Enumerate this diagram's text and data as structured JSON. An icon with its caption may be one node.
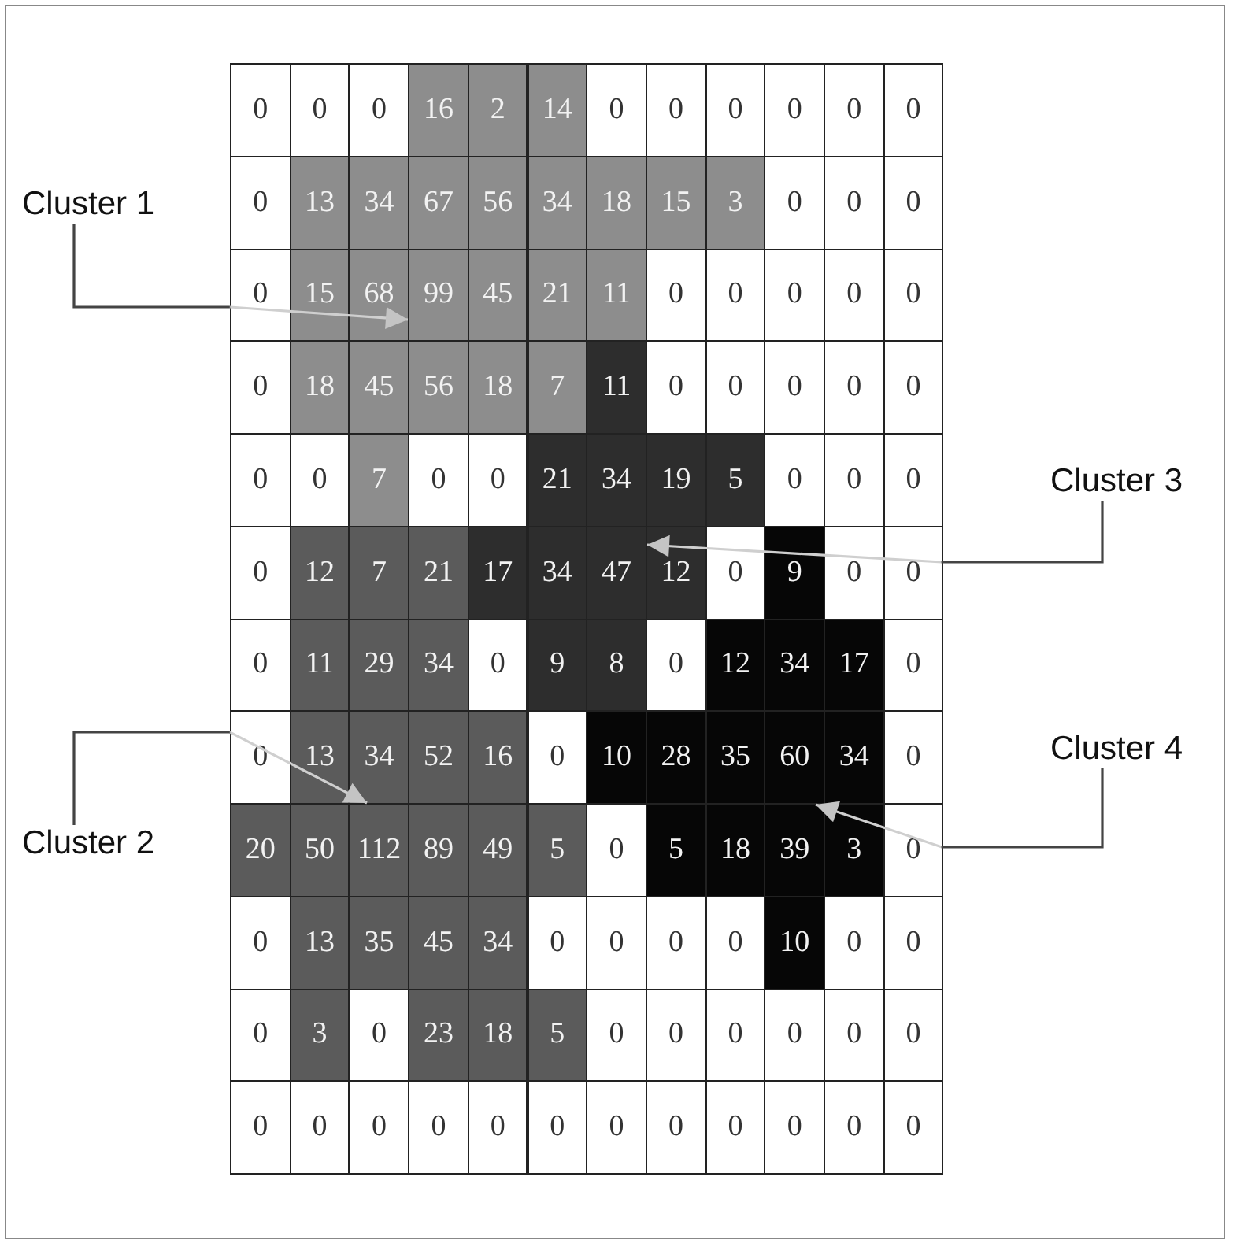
{
  "diagram": {
    "nodes": [
      {
        "text": [
          "Cluster 1"
        ]
      },
      {
        "text": [
          "Cluster 2"
        ]
      },
      {
        "text": [
          "Cluster 3"
        ]
      },
      {
        "text": [
          "Cluster 4"
        ]
      },
      {
        "text": [
          "99"
        ]
      },
      {
        "text": [
          "112"
        ]
      },
      {
        "text": [
          "47"
        ]
      },
      {
        "text": [
          "60"
        ]
      }
    ],
    "edges": [
      {
        "from": 0,
        "to": 4,
        "arrow": "to"
      },
      {
        "from": 1,
        "to": 5,
        "arrow": "to"
      },
      {
        "from": 2,
        "to": 6,
        "arrow": "to"
      },
      {
        "from": 3,
        "to": 7,
        "arrow": "to"
      }
    ],
    "labels": [
      "0",
      "0",
      "0",
      "16",
      "2",
      "14",
      "0",
      "0",
      "0",
      "0",
      "0",
      "0",
      "0",
      "13",
      "34",
      "67",
      "56",
      "34",
      "18",
      "15",
      "3",
      "0",
      "0",
      "0",
      "0",
      "15",
      "68",
      "45",
      "21",
      "11",
      "0",
      "0",
      "0",
      "0",
      "0",
      "0",
      "18",
      "45",
      "56",
      "18",
      "7",
      "11",
      "0",
      "0",
      "0",
      "0",
      "0",
      "0",
      "0",
      "7",
      "0",
      "0",
      "21",
      "34",
      "19",
      "5",
      "0",
      "0",
      "0",
      "0",
      "12",
      "7",
      "21",
      "17",
      "34",
      "12",
      "0",
      "9",
      "0",
      "0",
      "0",
      "11",
      "29",
      "34",
      "0",
      "9",
      "8",
      "0",
      "12",
      "34",
      "17",
      "0",
      "0",
      "13",
      "34",
      "52",
      "16",
      "0",
      "10",
      "28",
      "35",
      "34",
      "0",
      "20",
      "50",
      "89",
      "49",
      "5",
      "0",
      "5",
      "18",
      "39",
      "3",
      "0",
      "0",
      "13",
      "35",
      "45",
      "34",
      "0",
      "0",
      "0",
      "0",
      "10",
      "0",
      "0",
      "0",
      "3",
      "0",
      "23",
      "18",
      "5",
      "0",
      "0",
      "0",
      "0",
      "0",
      "0",
      "0",
      "0",
      "0",
      "0",
      "0",
      "0",
      "0",
      "0",
      "0",
      "0",
      "0",
      "0"
    ]
  }
}
